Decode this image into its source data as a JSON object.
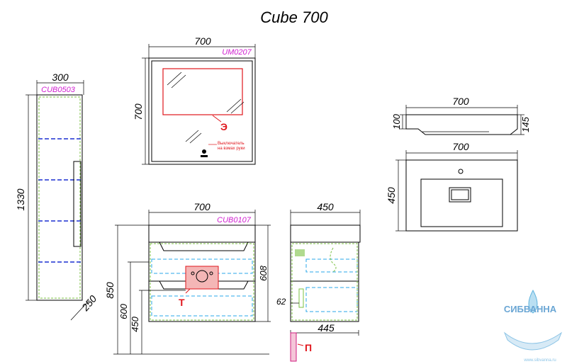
{
  "title": "Cube 700",
  "column": {
    "code": "CUB0503",
    "width": "300",
    "height": "1330",
    "depth": "250"
  },
  "mirror": {
    "code": "UM0207",
    "width": "700",
    "height": "700",
    "marker": "Э",
    "switch_note_line1": "Выключатель",
    "switch_note_line2": "на взмах руки"
  },
  "sink": {
    "width_top": "700",
    "width_plan": "700",
    "height_left": "100",
    "height_right": "145",
    "depth": "450"
  },
  "cabinet": {
    "code": "CUB0107",
    "width": "700",
    "height_total": "850",
    "height_body": "608",
    "mount_600": "600",
    "mount_450": "450",
    "marker": "Т"
  },
  "side": {
    "depth_top": "450",
    "depth_bottom": "445",
    "offset": "62",
    "marker": "П"
  },
  "logo": {
    "text": "СИБВАННА",
    "url": "www.sibvanna.ru"
  },
  "colors": {
    "blue": "#1a2fd0",
    "red": "#e0161c",
    "magenta": "#d01fd0",
    "green": "#7bc142",
    "lightblue": "#2aa7e8"
  }
}
